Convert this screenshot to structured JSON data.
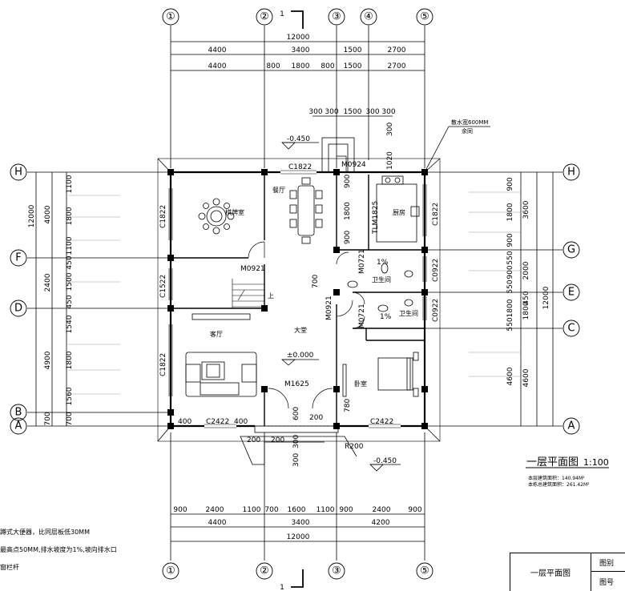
{
  "section_mark": "1",
  "grid_top": [
    "①",
    "②",
    "③",
    "④",
    "⑤"
  ],
  "grid_bottom": [
    "①",
    "②",
    "③",
    "⑤"
  ],
  "grid_left": [
    "H",
    "F",
    "D",
    "B",
    "A"
  ],
  "grid_right": [
    "H",
    "G",
    "E",
    "C",
    "A"
  ],
  "dims_top": {
    "total": "12000",
    "row1": [
      "4400",
      "3400",
      "1500",
      "2700"
    ],
    "row2": [
      "4400",
      "800",
      "1800",
      "800",
      "1500",
      "2700"
    ],
    "stair": [
      "300",
      "300",
      "1500",
      "300",
      "300"
    ]
  },
  "dims_bottom": {
    "row1": [
      "900",
      "2400",
      "1100",
      "700",
      "1600",
      "1100",
      "900",
      "2400",
      "900"
    ],
    "row2": [
      "4400",
      "3400",
      "4200"
    ],
    "total": "12000"
  },
  "dims_left": {
    "total": "12000",
    "col1": [
      "4000",
      "2400",
      "4900",
      "700"
    ],
    "col2": [
      "1100",
      "1800",
      "1100",
      "450",
      "1500",
      "450",
      "1540",
      "1800",
      "1560",
      "700"
    ]
  },
  "dims_right": {
    "total": "12000",
    "col1": [
      "3600",
      "2000",
      "450",
      "1800",
      "4600"
    ],
    "col2": [
      "900",
      "1800",
      "900",
      "550",
      "900",
      "550",
      "1800",
      "550",
      "4600"
    ]
  },
  "rooms": {
    "chess": "棋牌室",
    "dining": "餐厅",
    "kitchen": "厨房",
    "toilet1": "卫生间",
    "toilet2": "卫生间",
    "living": "客厅",
    "hall": "大堂",
    "bedroom": "卧室",
    "up": "上"
  },
  "marks": {
    "c1822_top": "C1822",
    "m0924": "M0924",
    "c1822_left1": "C1822",
    "c1522": "C1522",
    "c1822_left2": "C1822",
    "c1822_right": "C1822",
    "tlm1825": "TLM1825",
    "m0921_a": "M0921",
    "m0921_b": "M0921",
    "m0721_a": "M0721",
    "m0721_b": "M0721",
    "c0922_a": "C0922",
    "c0922_b": "C0922",
    "m1625": "M1625",
    "c2422_a": "C2422",
    "c2422_b": "C2422",
    "level_out": "-0.450",
    "level_out2": "-0.450",
    "level_in": "±0.000",
    "slope1": "1%",
    "slope2": "1%",
    "gutter": "散水宽600MM",
    "gutter2": "余同",
    "r200": "R200"
  },
  "small_dims": {
    "d400a": "400",
    "d400b": "400",
    "d200a": "200",
    "d200b": "200",
    "d200c": "200",
    "d600": "600",
    "d780": "780",
    "d300a": "300",
    "d300b": "300",
    "d300c": "300",
    "d700": "700",
    "d900a": "900",
    "d900b": "900",
    "d1800": "1800",
    "d1020": "1020"
  },
  "title": {
    "text": "一层平面图",
    "scale": "1:100"
  },
  "area": {
    "line1": "本层建筑面积：140.94M²",
    "line2": "本栋总建筑面积：261.42M²"
  },
  "notes": [
    "蹲式大便器，比同层板低30MM",
    "最高点50MM,排水坡度为1%,坡向排水口",
    "窗栏杆"
  ],
  "title_block": {
    "name": "一层平面图",
    "label1": "图别",
    "label2": "图号"
  }
}
